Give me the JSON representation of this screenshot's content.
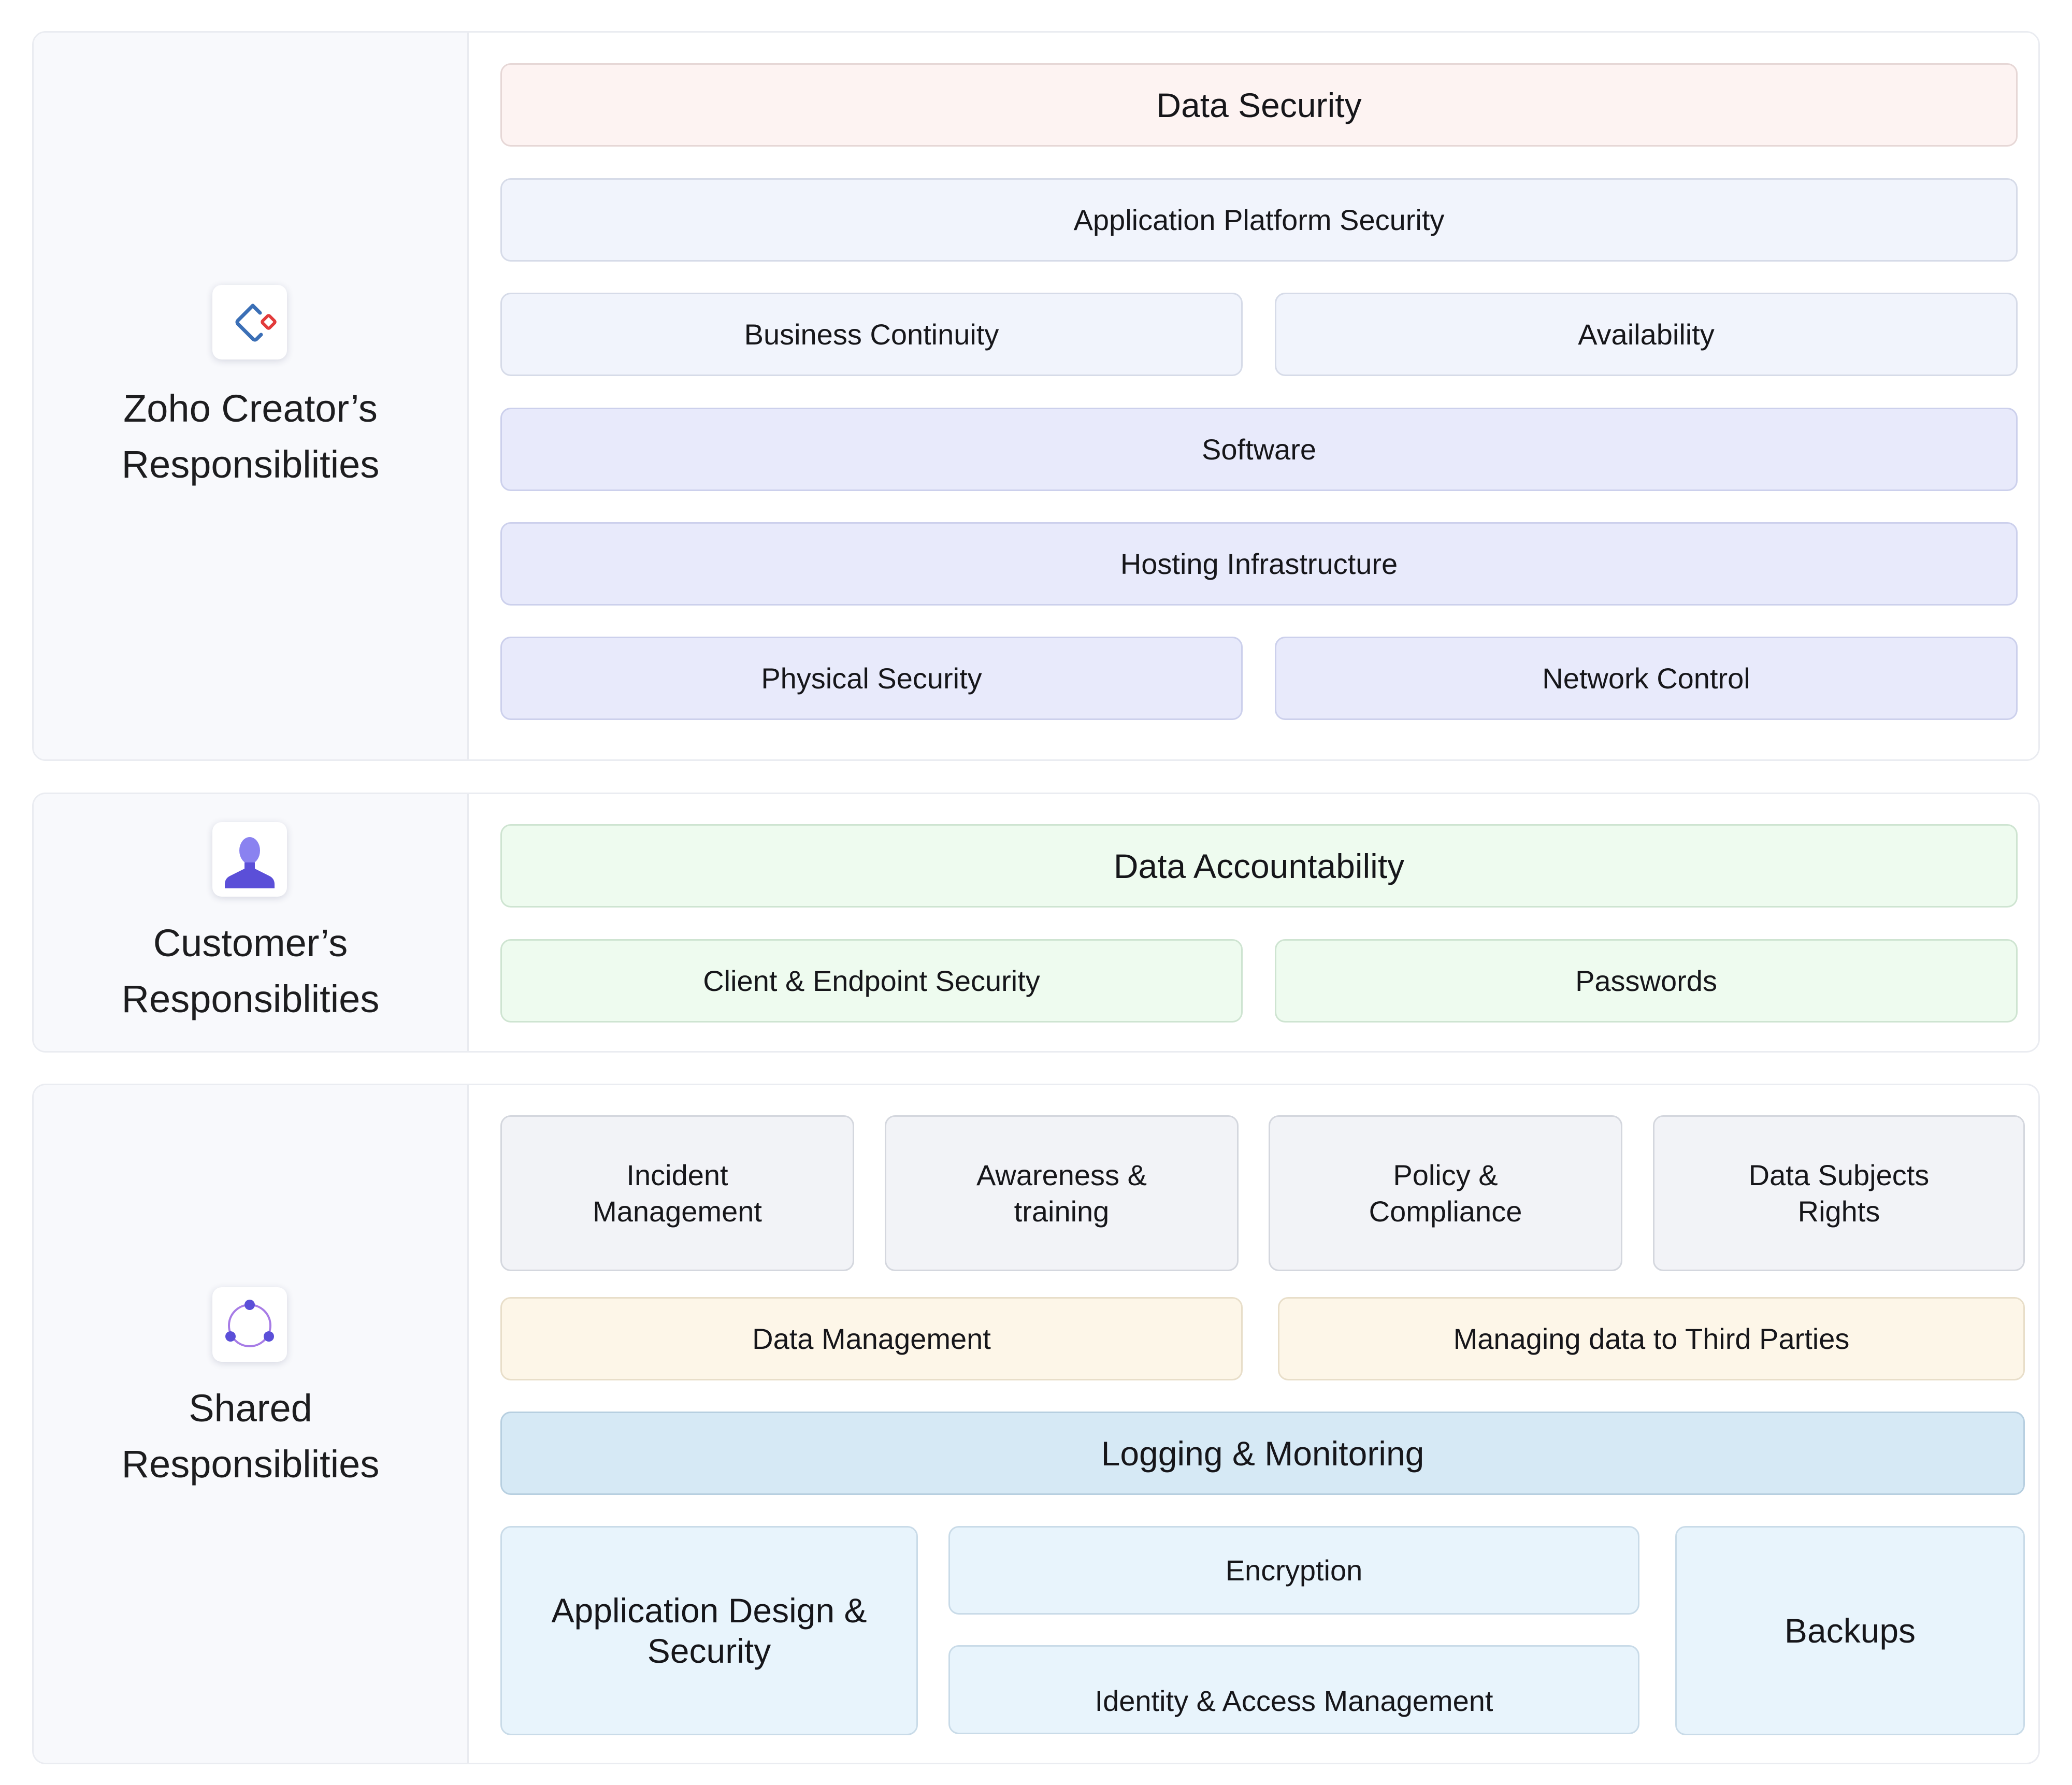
{
  "sections": {
    "creator": {
      "title_line1": "Zoho Creator’s",
      "title_line2": "Responsiblities",
      "icon": "zoho-creator-logo-icon",
      "boxes": {
        "data_security": "Data Security",
        "application_platform_security": "Application Platform Security",
        "business_continuity": "Business Continuity",
        "availability": "Availability",
        "software": "Software",
        "hosting_infrastructure": "Hosting Infrastructure",
        "physical_security": "Physical Security",
        "network_control": "Network Control"
      }
    },
    "customer": {
      "title_line1": "Customer’s",
      "title_line2": "Responsiblities",
      "icon": "user-icon",
      "boxes": {
        "data_accountability": "Data Accountability",
        "client_endpoint_security": "Client & Endpoint Security",
        "passwords": "Passwords"
      }
    },
    "shared": {
      "title_line1": "Shared",
      "title_line2": "Responsiblities",
      "icon": "shared-cycle-icon",
      "boxes": {
        "incident_management_1": "Incident",
        "incident_management_2": "Management",
        "awareness_training_1": "Awareness &",
        "awareness_training_2": "training",
        "policy_compliance_1": "Policy &",
        "policy_compliance_2": "Compliance",
        "data_subjects_rights_1": "Data Subjects",
        "data_subjects_rights_2": "Rights",
        "data_management": "Data Management",
        "managing_third_parties": "Managing data to Third Parties",
        "logging_monitoring": "Logging & Monitoring",
        "application_design_1": "Application Design &",
        "application_design_2": "Security",
        "encryption": "Encryption",
        "identity_access_management": "Identity & Access Management",
        "backups": "Backups"
      }
    }
  },
  "colors": {
    "red_box": "#fdf3f2",
    "lavender_box": "#f1f4fc",
    "purple_box": "#e8eafb",
    "green_box": "#eefbef",
    "gray_box": "#f2f3f7",
    "cream_box": "#fdf6e8",
    "blue_strong_box": "#d6e9f5",
    "blue_light_box": "#e8f4fc",
    "accent_purple": "#5b4fd8"
  }
}
